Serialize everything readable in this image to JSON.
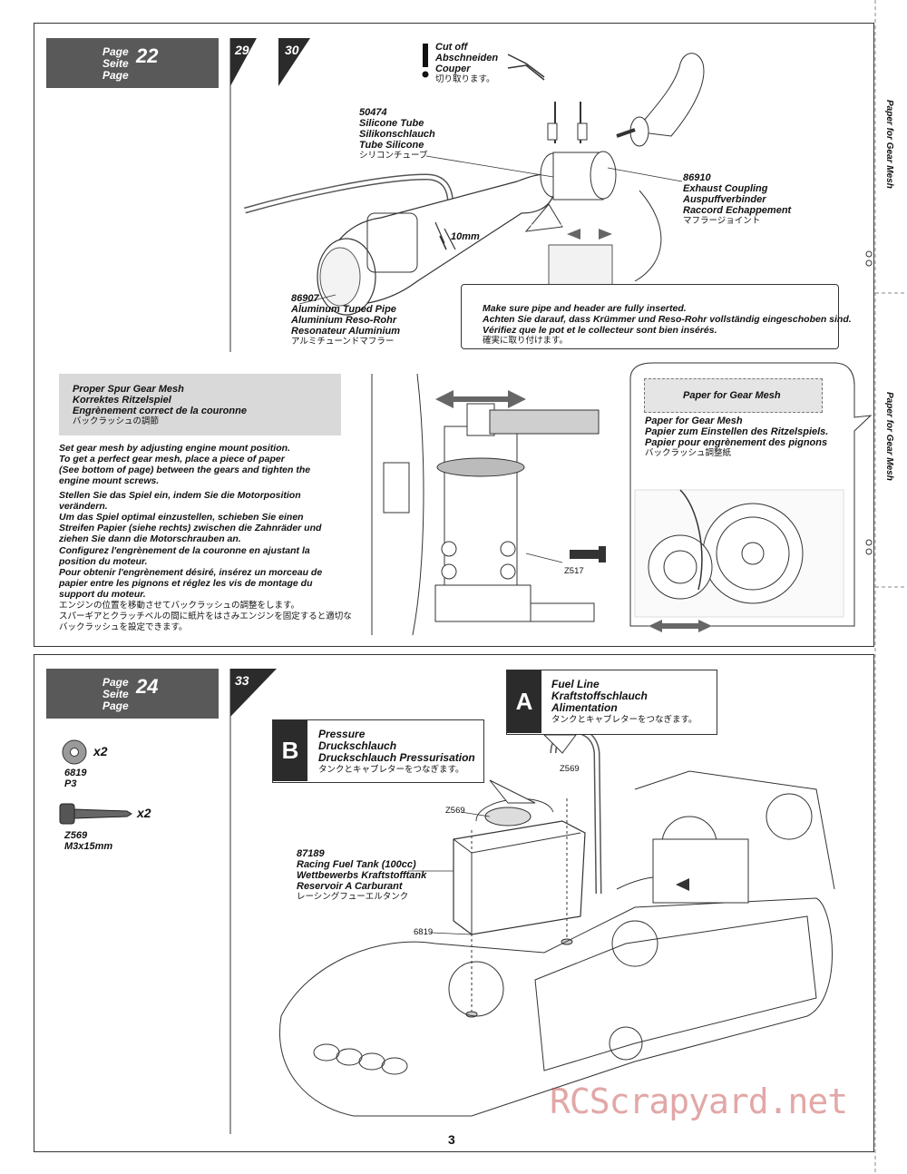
{
  "page_number": "3",
  "side_labels": [
    "Paper for Gear Mesh",
    "Paper for Gear Mesh"
  ],
  "watermark": "RCScrapyard.net",
  "top": {
    "page_ref": {
      "words": [
        "Page",
        "Seite",
        "Page"
      ],
      "number": "22"
    },
    "steps": [
      "29",
      "30"
    ],
    "cutoff": {
      "lines": [
        "Cut off",
        "Abschneiden",
        "Couper"
      ],
      "jp": "切り取ります。"
    },
    "silicone": {
      "code": "50474",
      "lines": [
        "Silicone Tube",
        "Silikonschlauch",
        "Tube Silicone"
      ],
      "jp": "シリコンチューブ"
    },
    "dimension": "10mm",
    "exhaust": {
      "code": "86910",
      "lines": [
        "Exhaust Coupling",
        "Auspuffverbinder",
        "Raccord Echappement"
      ],
      "jp": "マフラージョイント"
    },
    "tuned_pipe": {
      "code": "86907",
      "lines": [
        "Aluminum Tuned Pipe",
        "Aluminium Reso-Rohr",
        "Resonateur Aluminium"
      ],
      "jp": "アルミチューンドマフラー"
    },
    "note": {
      "lines": [
        "Make sure pipe and header are fully inserted.",
        "Achten Sie darauf, dass Krümmer und Reso-Rohr vollständig eingeschoben sind.",
        "Vérifiez que le pot et le collecteur sont bien insérés."
      ],
      "jp": "確実に取り付けます。"
    },
    "gear_mesh_title": {
      "lines": [
        "Proper Spur Gear Mesh",
        "Korrektes Ritzelspiel",
        "Engrènement correct de la couronne"
      ],
      "jp": "バックラッシュの調節"
    },
    "gear_mesh_text": {
      "en": [
        "Set gear mesh by adjusting engine mount position.",
        "To get a perfect gear mesh, place a piece of paper",
        "(See bottom of page) between the gears and tighten the",
        "engine mount screws."
      ],
      "de": [
        "Stellen Sie das Spiel ein, indem Sie die Motorposition",
        "verändern.",
        "Um das Spiel optimal einzustellen, schieben Sie einen",
        "Streifen Papier (siehe rechts) zwischen die Zahnräder und",
        "ziehen Sie dann die Motorschrauben an."
      ],
      "fr": [
        "Configurez l'engrènement de la couronne en ajustant la",
        "position du moteur.",
        "Pour obtenir l'engrènement désiré, insérez un morceau de",
        "papier entre les pignons et réglez les vis de montage du",
        "support du moteur."
      ],
      "jp": [
        "エンジンの位置を移動させてバックラッシュの調整をします。",
        "スパーギアとクラッチベルの間に紙片をはさみエンジンを固定すると適切な",
        "バックラッシュを設定できます。"
      ]
    },
    "screw": "Z517",
    "paper_box": "Paper for Gear Mesh",
    "paper": {
      "lines": [
        "Paper for Gear Mesh",
        "Papier zum Einstellen des Ritzelspiels.",
        "Papier pour engrènement des pignons"
      ],
      "jp": "バックラッシュ調整紙"
    }
  },
  "bottom": {
    "page_ref": {
      "words": [
        "Page",
        "Seite",
        "Page"
      ],
      "number": "24"
    },
    "step": "33",
    "parts": [
      {
        "qty": "x2",
        "code": "6819",
        "name": "P3"
      },
      {
        "qty": "x2",
        "code": "Z569",
        "name": "M3x15mm"
      }
    ],
    "fuel_line": {
      "letter": "A",
      "lines": [
        "Fuel Line",
        "Kraftstoffschlauch",
        "Alimentation"
      ],
      "jp": "タンクとキャブレターをつなぎます。"
    },
    "pressure": {
      "letter": "B",
      "lines": [
        "Pressure",
        "Druckschlauch",
        "Druckschlauch Pressurisation"
      ],
      "jp": "タンクとキャブレターをつなぎます。"
    },
    "tank": {
      "code": "87189",
      "lines": [
        "Racing Fuel Tank (100cc)",
        "Wettbewerbs Kraftstofftank",
        "Reservoir A Carburant"
      ],
      "jp": "レーシングフューエルタンク"
    },
    "callouts": [
      "Z569",
      "Z569",
      "6819"
    ]
  }
}
